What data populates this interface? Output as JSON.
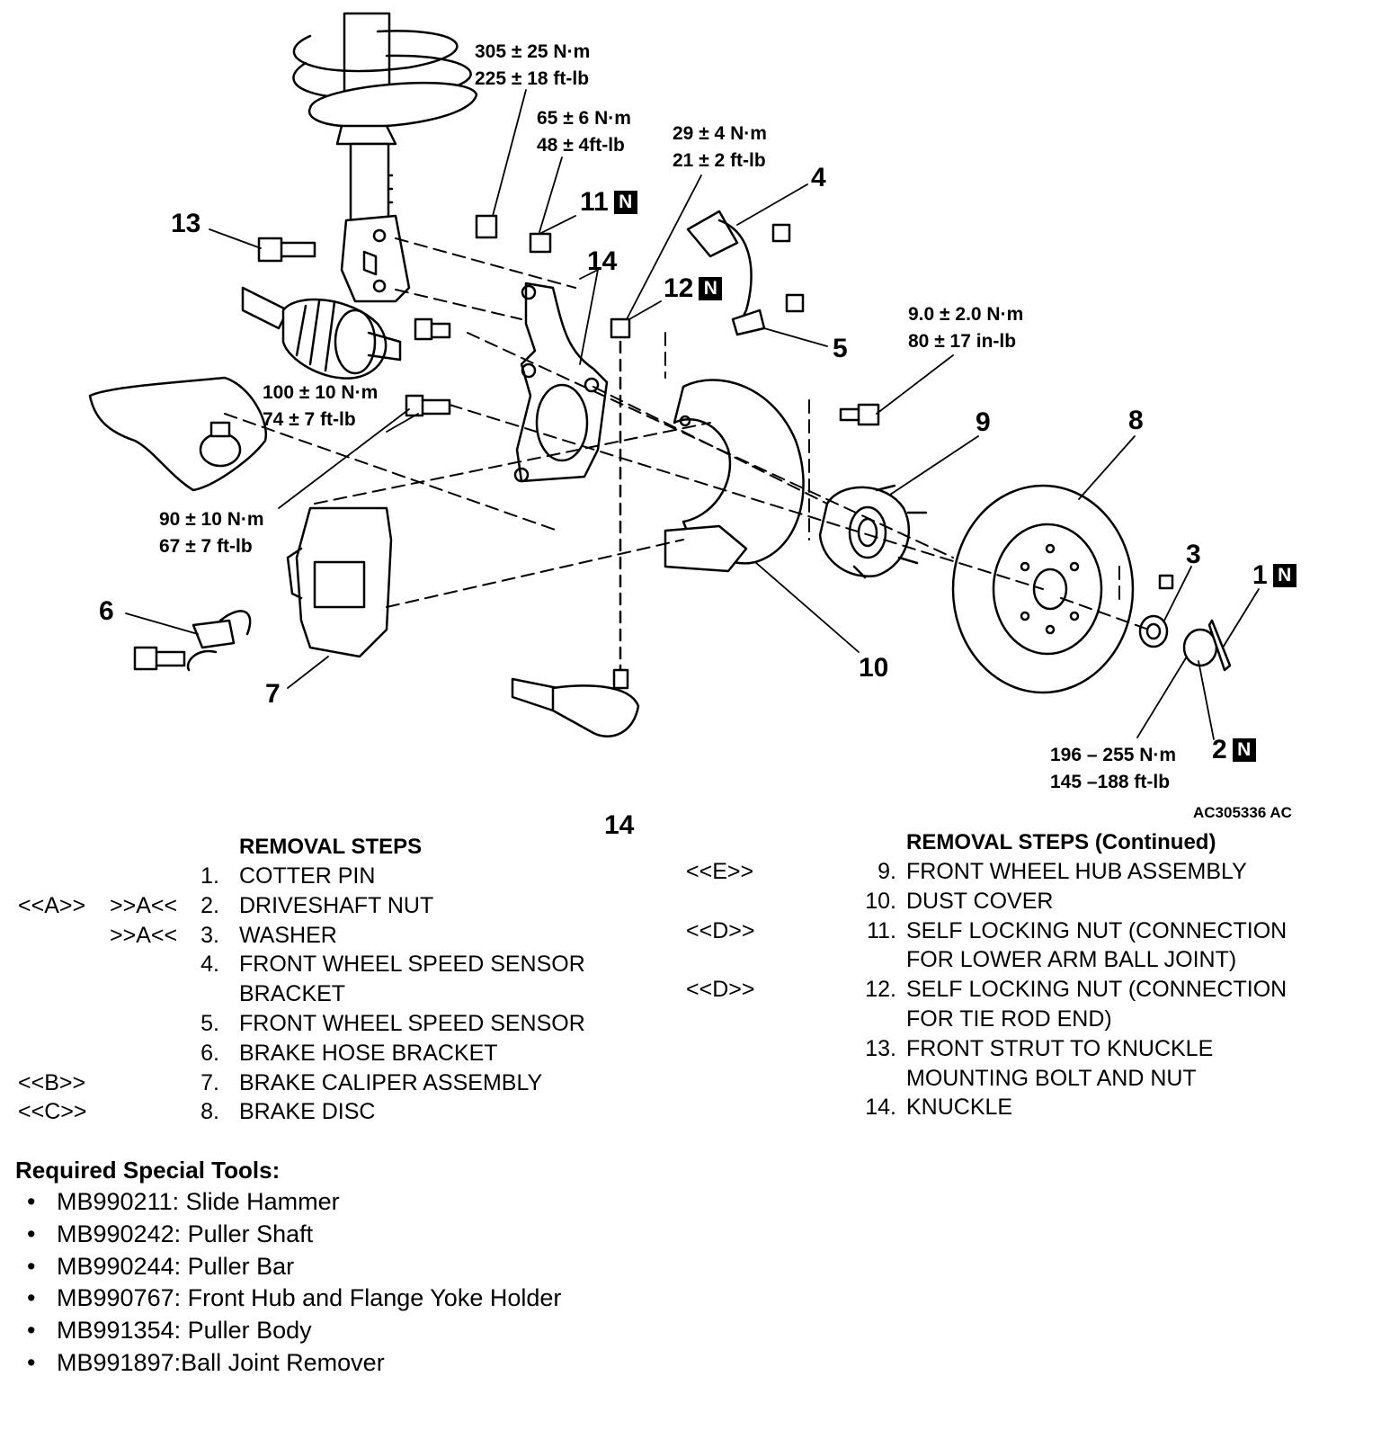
{
  "callouts": {
    "c1": "1",
    "c2": "2",
    "c3": "3",
    "c4": "4",
    "c5": "5",
    "c6": "6",
    "c7": "7",
    "c8": "8",
    "c9": "9",
    "c10": "10",
    "c11": "11",
    "c12": "12",
    "c13": "13",
    "c14a": "14",
    "c14b": "14",
    "n_marker": "N"
  },
  "torques": {
    "t305": [
      "305 ± 25 N·m",
      "225 ± 18 ft-lb"
    ],
    "t65": [
      "65 ± 6 N·m",
      "48 ± 4ft-lb"
    ],
    "t29": [
      "29 ± 4 N·m",
      "21 ± 2 ft-lb"
    ],
    "t9": [
      "9.0 ± 2.0 N·m",
      "80 ± 17 in-lb"
    ],
    "t100": [
      "100 ± 10 N·m",
      "74 ± 7 ft-lb"
    ],
    "t90": [
      "90 ± 10 N·m",
      "67 ± 7 ft-lb"
    ],
    "t196": [
      "196 – 255 N·m",
      "145 –188 ft-lb"
    ]
  },
  "figure_id": "AC305336 AC",
  "removal_left": {
    "title": "REMOVAL STEPS",
    "steps": [
      {
        "a": "",
        "b": "",
        "num": "1.",
        "text": "COTTER PIN"
      },
      {
        "a": "<<A>>",
        "b": ">>A<<",
        "num": "2.",
        "text": "DRIVESHAFT NUT"
      },
      {
        "a": "",
        "b": ">>A<<",
        "num": "3.",
        "text": "WASHER"
      },
      {
        "a": "",
        "b": "",
        "num": "4.",
        "text": "FRONT WHEEL SPEED SENSOR"
      },
      {
        "a": "",
        "b": "",
        "num": "",
        "text": "BRACKET"
      },
      {
        "a": "",
        "b": "",
        "num": "5.",
        "text": "FRONT WHEEL SPEED SENSOR"
      },
      {
        "a": "",
        "b": "",
        "num": "6.",
        "text": "BRAKE HOSE BRACKET"
      },
      {
        "a": "<<B>>",
        "b": "",
        "num": "7.",
        "text": "BRAKE CALIPER ASSEMBLY"
      },
      {
        "a": "<<C>>",
        "b": "",
        "num": "8.",
        "text": "BRAKE DISC"
      }
    ]
  },
  "removal_right": {
    "title": "REMOVAL STEPS  (Continued)",
    "steps": [
      {
        "a": "<<E>>",
        "num": "9.",
        "text": "FRONT WHEEL HUB ASSEMBLY"
      },
      {
        "a": "",
        "num": "10.",
        "text": "DUST COVER"
      },
      {
        "a": "<<D>>",
        "num": "11.",
        "text": "SELF LOCKING NUT (CONNECTION"
      },
      {
        "a": "",
        "num": "",
        "text": "FOR LOWER ARM BALL JOINT)"
      },
      {
        "a": "<<D>>",
        "num": "12.",
        "text": "SELF LOCKING NUT (CONNECTION"
      },
      {
        "a": "",
        "num": "",
        "text": "FOR TIE ROD END)"
      },
      {
        "a": "",
        "num": "13.",
        "text": "FRONT STRUT TO KNUCKLE"
      },
      {
        "a": "",
        "num": "",
        "text": "MOUNTING BOLT AND NUT"
      },
      {
        "a": "",
        "num": "14.",
        "text": "KNUCKLE"
      }
    ]
  },
  "tools": {
    "title": "Required Special Tools:",
    "bullet": "•",
    "items": [
      "MB990211: Slide Hammer",
      "MB990242: Puller Shaft",
      "MB990244: Puller Bar",
      "MB990767: Front Hub and Flange Yoke Holder",
      "MB991354: Puller Body",
      "MB991897:Ball Joint Remover"
    ]
  }
}
